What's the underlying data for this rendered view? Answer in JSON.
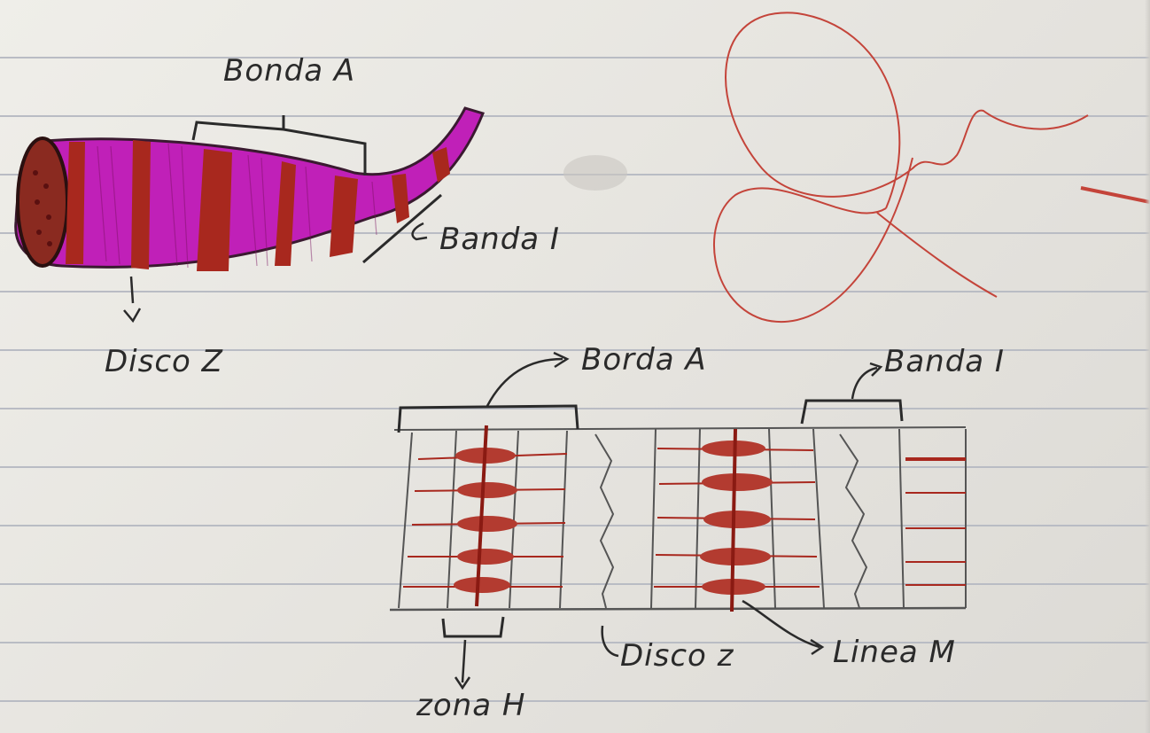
{
  "labels": {
    "fiber_banda_a": "Bonda A",
    "fiber_banda_i": "Banda I",
    "fiber_disco_z": "Disco Z",
    "sarcomere_banda_a": "Borda A",
    "sarcomere_banda_i": "Banda I",
    "sarcomere_zona_h": "zona H",
    "sarcomere_disco_z": "Disco z",
    "sarcomere_linea_m": "Linea M"
  },
  "colors": {
    "paper": "#e6e4df",
    "rule_line": "#b9bcc4",
    "fiber_magenta": "#c020b8",
    "band_red": "#a8281e",
    "ink": "#2a2a2a",
    "pencil": "#555555"
  }
}
